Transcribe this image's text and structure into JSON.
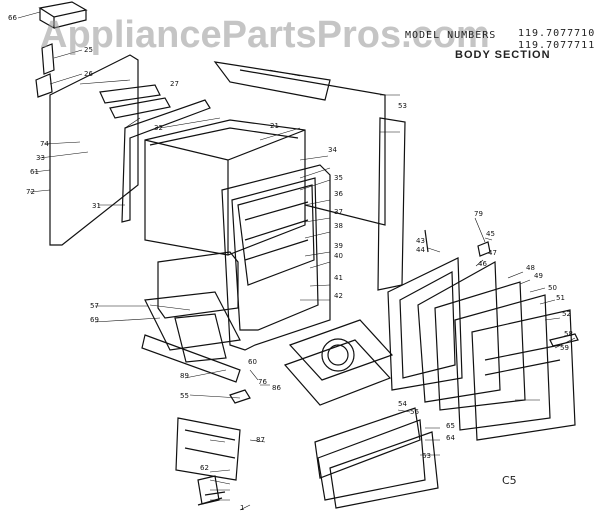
{
  "watermark": "AppliancePartsPros.com",
  "header": {
    "model_label": "MODEL NUMBERS",
    "model_1": "119.7077710",
    "model_2": "119.7077711",
    "section": "BODY SECTION"
  },
  "page_code": "C5",
  "callouts": [
    "66",
    "25",
    "26",
    "27",
    "74",
    "33",
    "61",
    "72",
    "31",
    "32",
    "21",
    "53",
    "34",
    "35",
    "36",
    "37",
    "38",
    "39",
    "40",
    "41",
    "42",
    "43",
    "44",
    "79",
    "45",
    "46",
    "47",
    "48",
    "49",
    "50",
    "51",
    "52",
    "58",
    "59",
    "60",
    "76",
    "57",
    "69",
    "86",
    "87",
    "89",
    "55",
    "56",
    "54",
    "65",
    "64",
    "63",
    "62",
    "1"
  ]
}
